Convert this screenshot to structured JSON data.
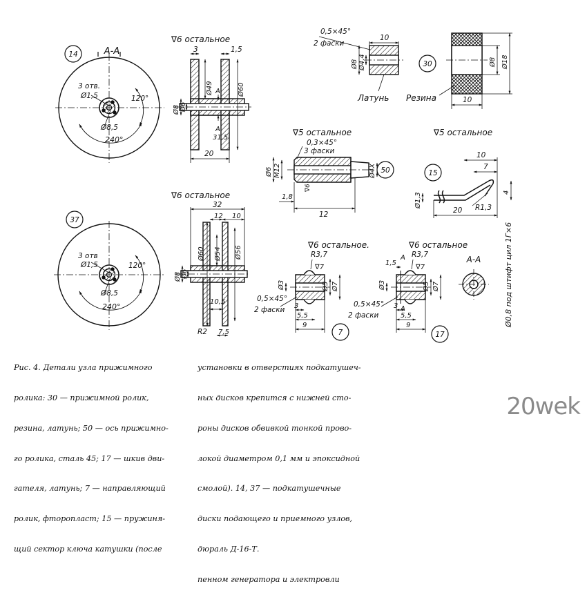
{
  "p14": {
    "num": "14",
    "section": "А-А",
    "finish": "∇6 остальное",
    "holes": "3 отв.",
    "hole_d": "Ø1,5",
    "ang1": "120°",
    "ang2": "240°",
    "pcd": "Ø8,5",
    "d_bore": "Ø6",
    "d_shaft": "Ø8",
    "d_hub": "Ø49",
    "d_disc": "Ø60",
    "w_top1": "3",
    "w_top2": "1,5",
    "w_in": "31,5",
    "w_total": "20",
    "sec": "А"
  },
  "p37": {
    "num": "37",
    "finish": "∇6 остальное",
    "holes": "3 отв",
    "hole_d": "Ø1,5",
    "ang1": "120°",
    "ang2": "240°",
    "pcd": "Ø8,5",
    "d_bore": "Ø6",
    "d_shaft": "Ø8",
    "d_disc": "Ø60",
    "d_hub": "Ø54",
    "d_ring": "Ø56",
    "w_total": "32",
    "w_a": "12",
    "w_b": "10",
    "w_c": "10,5",
    "w_d": "7,5",
    "rad": "R2"
  },
  "p30": {
    "num": "30",
    "chamfer": "0,5×45°",
    "chamfers": "2 фаски",
    "len_a": "10",
    "len_b": "10",
    "d_a": "Ø8",
    "d_b": "Ø4,4",
    "d_c": "Ø8",
    "d_d": "Ø18",
    "mat_a": "Латунь",
    "mat_b": "Резина"
  },
  "p50": {
    "num": "50",
    "finish": "∇5 остальное",
    "chamfer": "0,3×45°",
    "chamfers": "3 фаски",
    "d_a": "Ø6",
    "d_thread": "М12",
    "d_b": "Ø4X",
    "len_a": "1,8",
    "len_b": "12",
    "mark": "∇6"
  },
  "p15": {
    "num": "15",
    "finish": "∇5 остальное",
    "len_a": "10",
    "len_b": "7",
    "len_c": "20",
    "d": "Ø1,3",
    "h": "4",
    "rad": "R1,3"
  },
  "p7": {
    "num": "7",
    "finish": "∇6 остальное.",
    "rad": "R3,7",
    "chamfer": "0,5×45°",
    "chamfers": "2 фаски",
    "d_a": "Ø3",
    "d_b": "Ø5",
    "d_c": "Ø7",
    "len_a": "3",
    "len_b": "5,5",
    "len_c": "9",
    "mark": "∇7"
  },
  "p17": {
    "num": "17",
    "finish": "∇6 остальное",
    "rad": "R3,7",
    "chamfer": "0,5×45°",
    "chamfers": "2 фаски",
    "d_a": "Ø3",
    "d_b": "Ø5",
    "d_c": "Ø7",
    "len_a": "3",
    "len_b": "5,5",
    "len_c": "9",
    "len_d": "1,5",
    "sec": "А",
    "mark": "∇7",
    "section": "А-А",
    "pin_note": "Ø0,8 под штифт цил 1Г×6"
  },
  "caption": {
    "left": [
      "Рис. 4. Детали узла прижимного",
      "ролика: 30 — прижимной ролик,",
      "резина, латунь; 50 — ось прижимно-",
      "го ролика, сталь 45; 17 — шкив дви-",
      "гателя, латунь; 7 — направляющий",
      "ролик, фторопласт; 15 — пружиня-",
      "щий сектор ключа катушки (после"
    ],
    "right": [
      "установки в отверстиях подкатушеч-",
      "ных дисков крепится с нижней сто-",
      "роны дисков обвивкой тонкой прово-",
      "локой диаметром 0,1 мм и эпоксидной",
      "смолой). 14, 37 — подкатушечные",
      "диски подающего и приемного узлов,",
      "дюраль Д-16-Т.",
      "пенном генератора и электровли"
    ]
  },
  "watermark": "20wek"
}
